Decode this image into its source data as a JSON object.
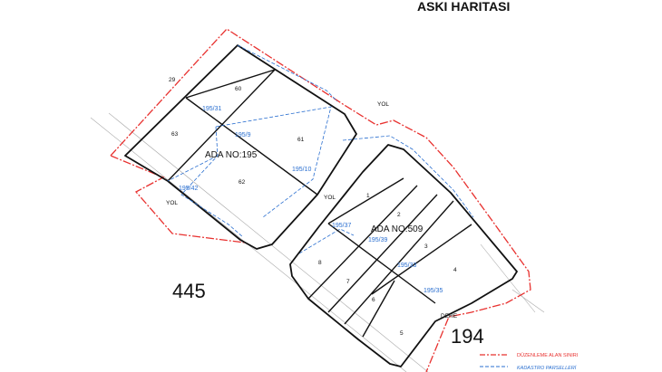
{
  "title": "ASKI HARITASI",
  "colors": {
    "boundary": "#e8312f",
    "cadastre": "#2a6fd0",
    "parcel": "#111111",
    "road_hatch": "#999999"
  },
  "blocks": [
    {
      "label": "ADA NO:195"
    },
    {
      "label": "ADA NO:509"
    }
  ],
  "parcels": {
    "p29": "29",
    "p60": "60",
    "p63": "63",
    "p61": "61",
    "p62": "62",
    "p1": "1",
    "p2": "2",
    "p3": "3",
    "p4": "4",
    "p5": "5",
    "p6": "6",
    "p7": "7",
    "p8": "8"
  },
  "cadastral": {
    "c195_31": "195/31",
    "c195_9": "195/9",
    "c195_10": "195/10",
    "c195_42": "195/42",
    "c195_37": "195/37",
    "c195_39": "195/39",
    "c195_33": "195/33",
    "c195_35": "195/35"
  },
  "roads": {
    "yol_top": "YOL",
    "yol_left": "YOL",
    "yol_mid": "YOL",
    "dere": "DERE"
  },
  "areas": {
    "a445": "445",
    "a194": "194"
  },
  "legend": {
    "items": [
      {
        "label": "DÜZENLEME ALAN SINIRI",
        "color": "#e8312f",
        "style": "dash-dot"
      },
      {
        "label": "KADASTRO PARSELLERİ",
        "color": "#2a6fd0",
        "style": "dashed"
      }
    ]
  }
}
